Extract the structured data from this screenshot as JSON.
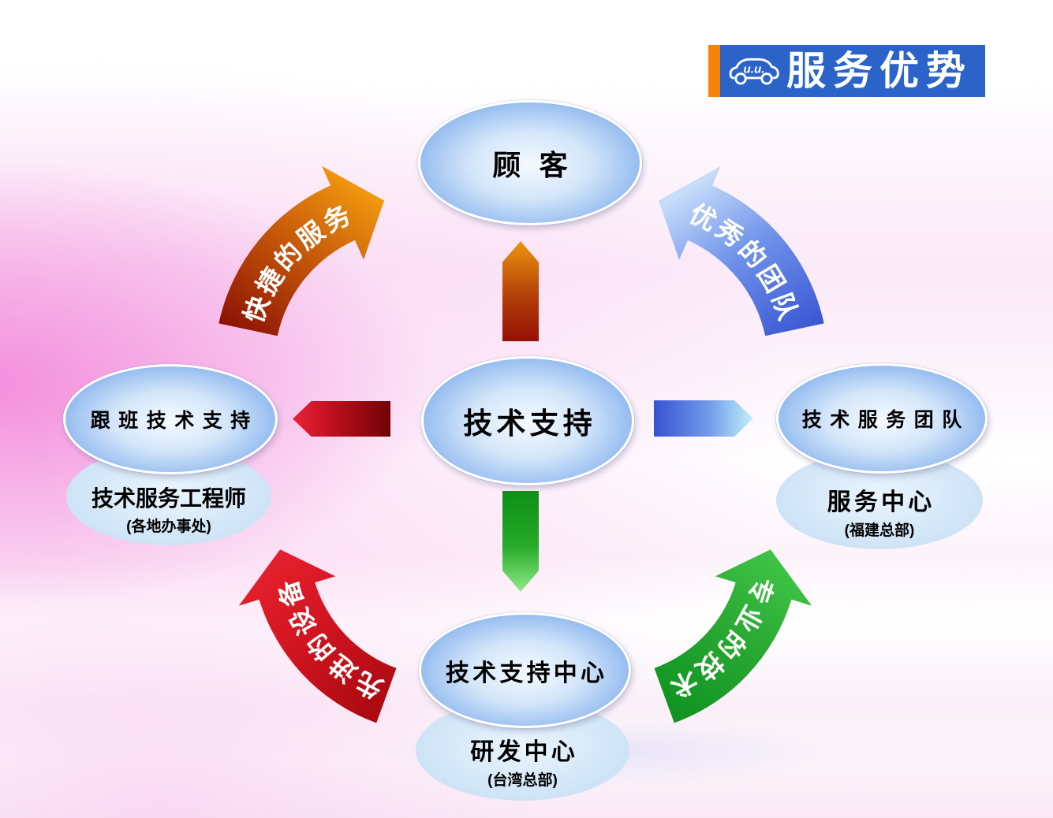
{
  "header": {
    "title": "服务优势",
    "logo_text": "u.u."
  },
  "nodes": {
    "customer": {
      "label": "顾客"
    },
    "center": {
      "label": "技术支持"
    },
    "left": {
      "label": "跟班技术支持",
      "sub_label": "技术服务工程师",
      "sub_note": "(各地办事处)"
    },
    "right": {
      "label": "技术服务团队",
      "sub_label": "服务中心",
      "sub_note": "(福建总部)"
    },
    "bottom": {
      "label": "技术支持中心",
      "sub_label": "研发中心",
      "sub_note": "(台湾总部)"
    }
  },
  "curved_arrows": {
    "top_left": {
      "label": "快捷的服务"
    },
    "top_right": {
      "label": "优秀的团队"
    },
    "bottom_left": {
      "label": "先进的设备"
    },
    "bottom_right": {
      "label": "专业的技术"
    }
  },
  "colors": {
    "header_blue": "#2c63c8",
    "header_orange": "#f5820b",
    "ellipse_edge_blue": "#5e97e3",
    "sub_ellipse_blue": "#cde3f6",
    "arrow_orange": "#ef9110",
    "arrow_dark_red": "#951105",
    "arrow_blue": "#3e5ed6",
    "arrow_red": "#d01523",
    "arrow_green": "#2aa52f",
    "background_pink": "#f6a8e0"
  }
}
